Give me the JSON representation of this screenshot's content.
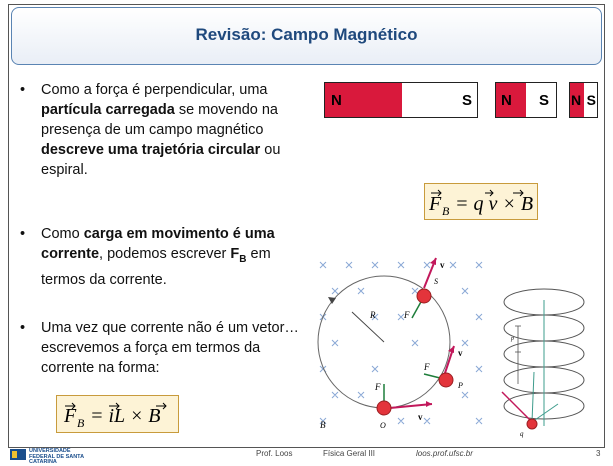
{
  "title": "Revisão: Campo Magnético",
  "bullets": [
    {
      "parts": [
        "Como a força é perpendicular, uma ",
        "partícula carregada",
        " se movendo na presença de um campo magnético ",
        "descreve uma trajetória circular",
        " ou espiral."
      ]
    },
    {
      "parts": [
        "Como ",
        "carga em movimento é uma corrente",
        ", podemos escrever ",
        "F",
        "B",
        " em termos da corrente."
      ]
    },
    {
      "parts": [
        "Uma vez que corrente não é um vetor… escrevemos a força em termos da corrente na forma:"
      ]
    }
  ],
  "magnets": [
    {
      "n": "N",
      "s": "S"
    },
    {
      "n": "N",
      "s": "S"
    },
    {
      "n": "N",
      "s": "S"
    }
  ],
  "equation1": {
    "lhs": "F",
    "sub": "B",
    "rhs": "= q v × B"
  },
  "equation2": {
    "lhs": "F",
    "sub": "B",
    "rhs": "= iL × B"
  },
  "figure_labels": {
    "v1": "v",
    "v2": "v",
    "v3": "v",
    "f1": "F",
    "f2": "F",
    "f3": "F",
    "r": "R",
    "s": "S",
    "p": "P",
    "o": "O",
    "b": "B",
    "q": "q",
    "p2": "p"
  },
  "footer": {
    "university": "UNIVERSIDADE FEDERAL DE SANTA CATARINA",
    "author": "Prof. Loos",
    "course": "Física Geral III",
    "site": "loos.prof.ufsc.br",
    "page": "3"
  },
  "colors": {
    "title": "#1f497d",
    "magnet_red": "#d9193c",
    "charge": "#e3343b",
    "velocity_arrow": "#c2185b",
    "field_x": "#6e93c9"
  }
}
